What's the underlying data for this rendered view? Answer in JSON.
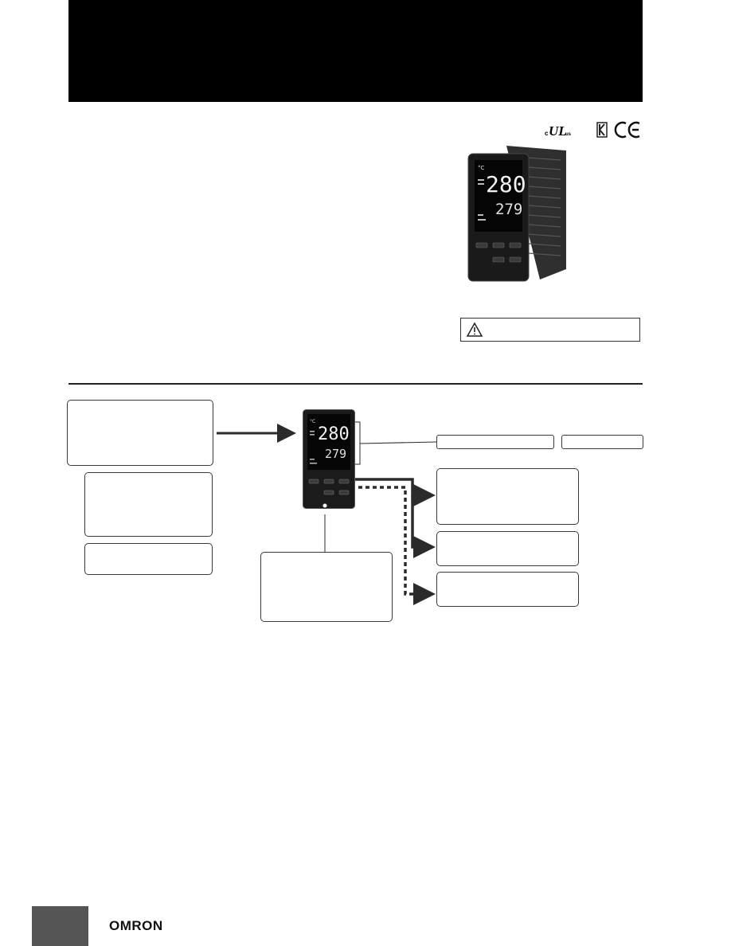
{
  "page": {
    "header_title": "",
    "footer_logo": "OMRON"
  },
  "certifications": [
    {
      "icon": "ul-mark-icon"
    },
    {
      "icon": "korea-mark-icon"
    },
    {
      "icon": "ce-mark-icon"
    }
  ],
  "product_photo": {
    "pv_reading": "280",
    "sv_reading": "279"
  },
  "diagram_device": {
    "pv_reading": "280",
    "sv_reading": "279"
  },
  "colors": {
    "header_band": "#000000",
    "diagram_lines": "#2b2b2b",
    "footer_block": "#555555"
  }
}
